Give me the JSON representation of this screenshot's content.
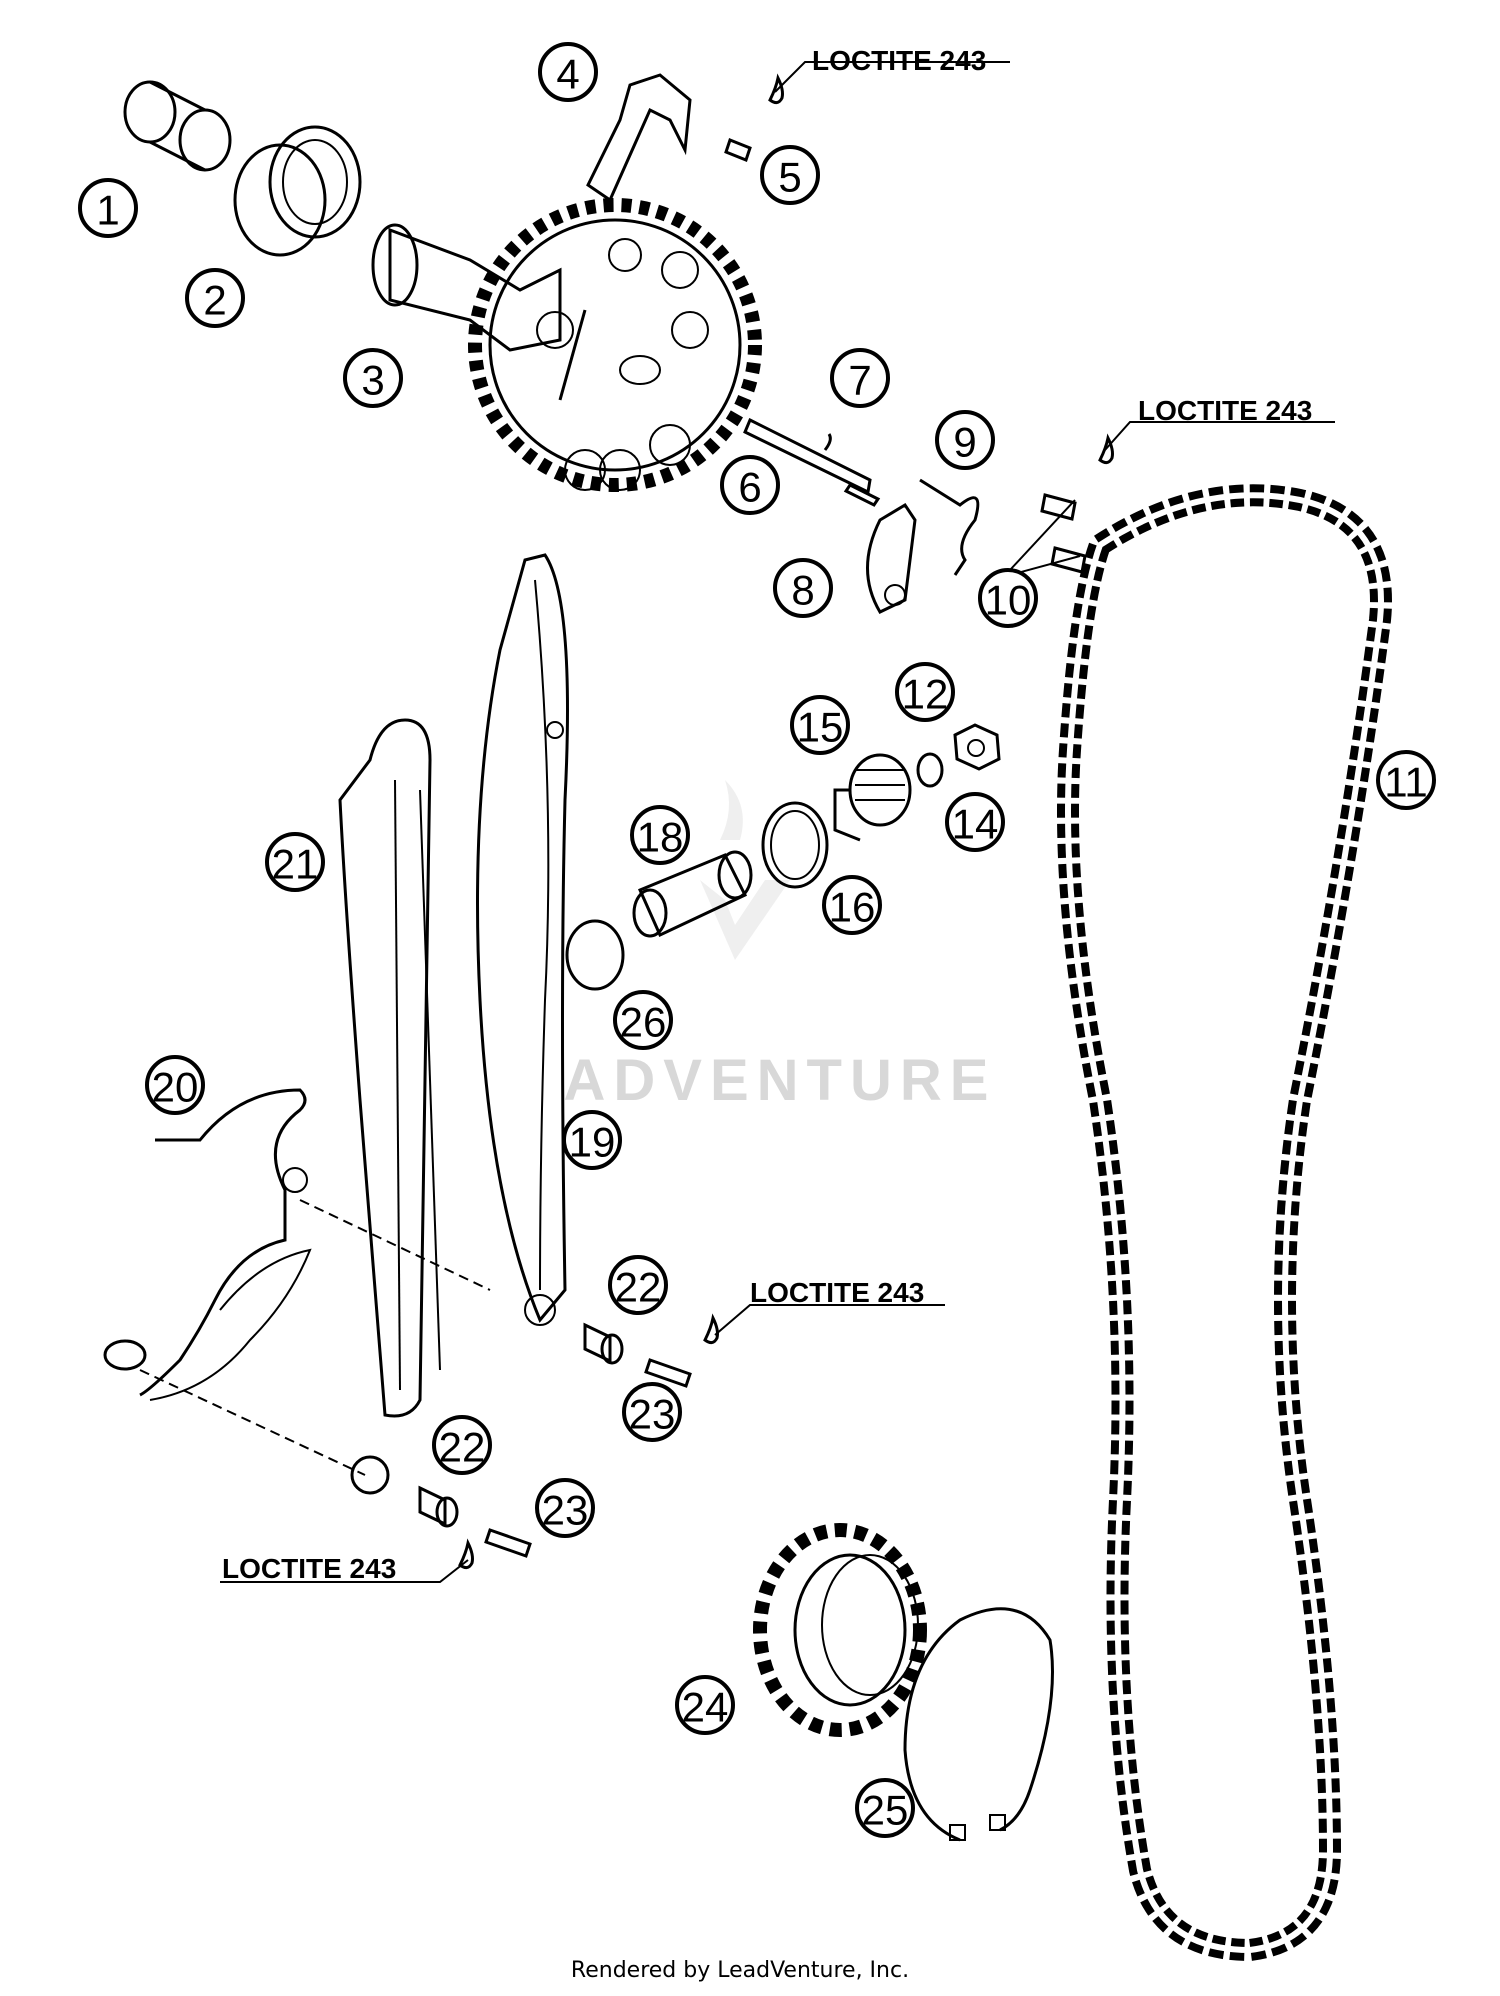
{
  "callouts": [
    {
      "id": "c1",
      "text": "1"
    },
    {
      "id": "c2",
      "text": "2"
    },
    {
      "id": "c3",
      "text": "3"
    },
    {
      "id": "c4",
      "text": "4"
    },
    {
      "id": "c5",
      "text": "5"
    },
    {
      "id": "c6",
      "text": "6"
    },
    {
      "id": "c7",
      "text": "7"
    },
    {
      "id": "c8",
      "text": "8"
    },
    {
      "id": "c9",
      "text": "9"
    },
    {
      "id": "c10",
      "text": "10"
    },
    {
      "id": "c11",
      "text": "11"
    },
    {
      "id": "c12",
      "text": "12"
    },
    {
      "id": "c14",
      "text": "14"
    },
    {
      "id": "c15",
      "text": "15"
    },
    {
      "id": "c16",
      "text": "16"
    },
    {
      "id": "c18",
      "text": "18"
    },
    {
      "id": "c19",
      "text": "19"
    },
    {
      "id": "c20",
      "text": "20"
    },
    {
      "id": "c21",
      "text": "21"
    },
    {
      "id": "c22a",
      "text": "22"
    },
    {
      "id": "c22b",
      "text": "22"
    },
    {
      "id": "c23a",
      "text": "23"
    },
    {
      "id": "c23b",
      "text": "23"
    },
    {
      "id": "c24",
      "text": "24"
    },
    {
      "id": "c25",
      "text": "25"
    },
    {
      "id": "c26",
      "text": "26"
    }
  ],
  "notes": [
    "LOCTITE 243",
    "LOCTITE 243",
    "LOCTITE 243",
    "LOCTITE 243"
  ],
  "watermark": "ADVENTURE",
  "footer": "Rendered by LeadVenture, Inc."
}
